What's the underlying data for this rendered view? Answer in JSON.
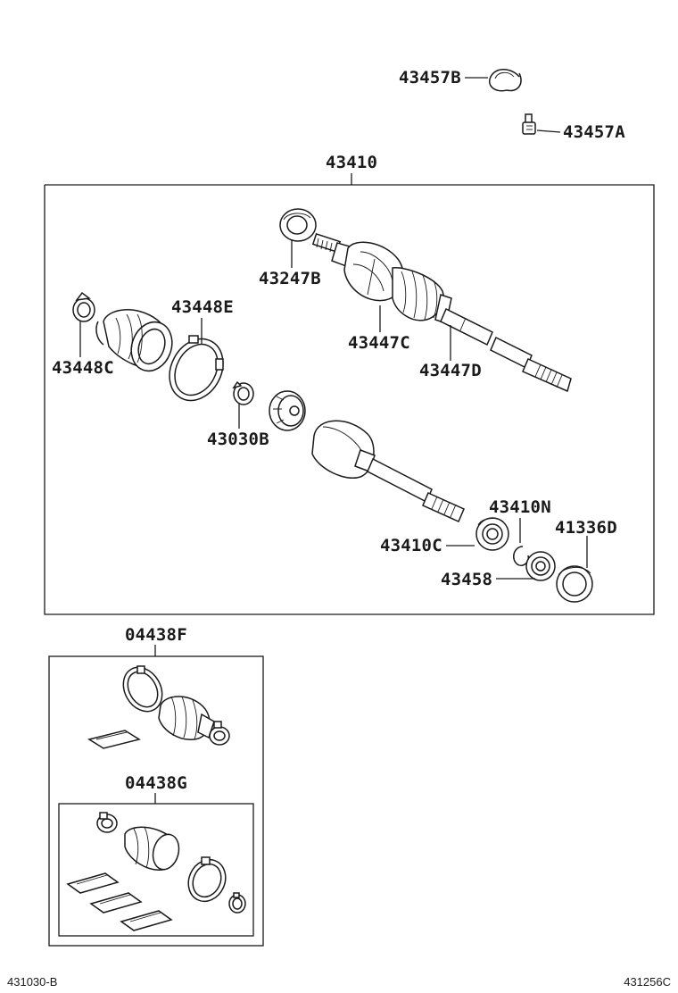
{
  "diagram": {
    "assembly_label": "43410",
    "labels": {
      "p43457B": "43457B",
      "p43457A": "43457A",
      "p43247B": "43247B",
      "p43448E": "43448E",
      "p43448C": "43448C",
      "p43447C": "43447C",
      "p43447D": "43447D",
      "p43030B": "43030B",
      "p43410N": "43410N",
      "p41336D": "41336D",
      "p43410C": "43410C",
      "p43458": "43458",
      "kitF": "04438F",
      "kitG": "04438G"
    },
    "footer": {
      "left_code": "431030-B",
      "right_code": "431256C"
    }
  }
}
